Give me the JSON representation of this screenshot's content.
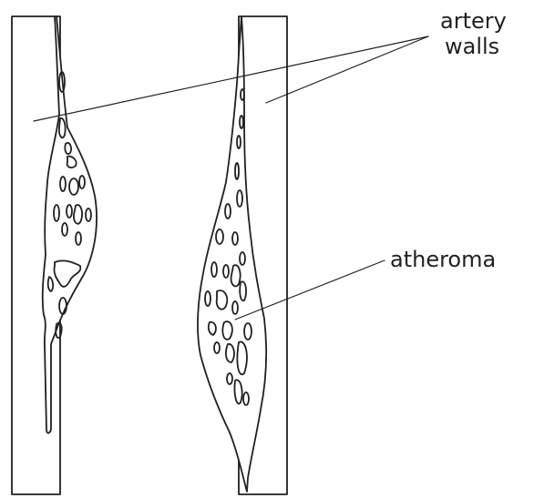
{
  "labels": {
    "artery_walls_line1": "artery",
    "artery_walls_line2": "walls",
    "atheroma": "atheroma"
  },
  "colors": {
    "stroke": "#231f20",
    "background": "#ffffff"
  }
}
